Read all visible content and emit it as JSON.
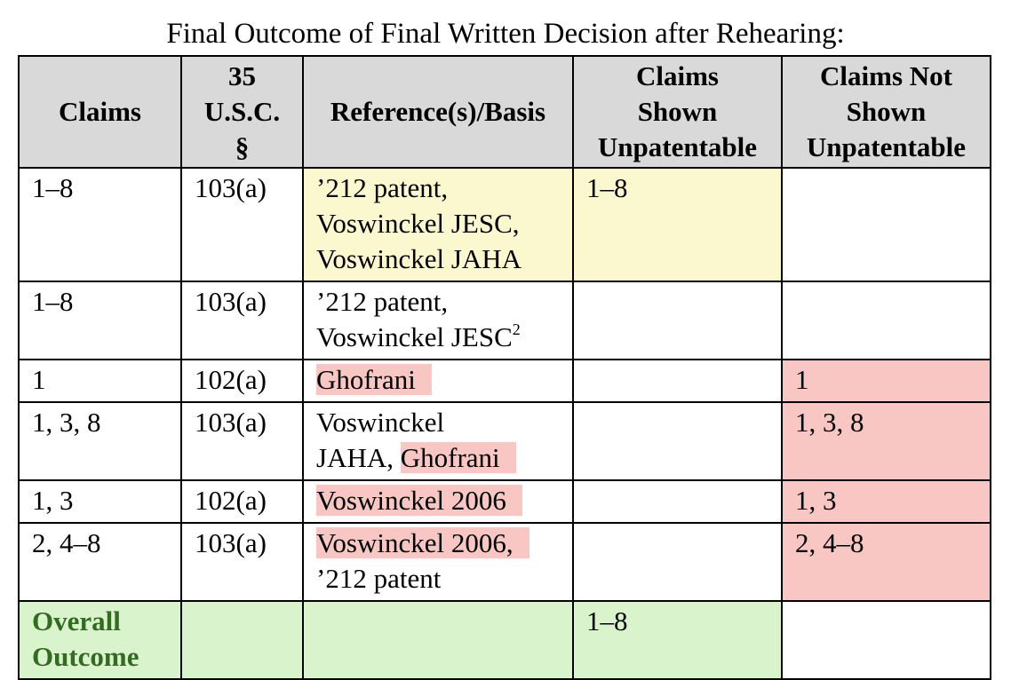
{
  "title": "Final Outcome of Final Written Decision after Rehearing:",
  "headers": {
    "claims": "Claims",
    "usc_line1": "35",
    "usc_line2": "U.S.C.",
    "usc_line3": "§",
    "references": "Reference(s)/Basis",
    "shown_line1": "Claims",
    "shown_line2": "Shown",
    "shown_line3": "Unpatentable",
    "notshown_line1": "Claims Not",
    "notshown_line2": "Shown",
    "notshown_line3": "Unpatentable"
  },
  "rows": [
    {
      "claims": "1–8",
      "usc": "103(a)",
      "ref_parts": [
        "’212 patent,",
        "Voswinckel JESC,",
        "Voswinckel JAHA"
      ],
      "shown": "1–8",
      "not_shown": ""
    },
    {
      "claims": "1–8",
      "usc": "103(a)",
      "ref_parts": [
        "’212 patent,",
        "Voswinckel JESC",
        "2"
      ],
      "shown": "",
      "not_shown": ""
    },
    {
      "claims": "1",
      "usc": "102(a)",
      "ref_parts": [
        "Ghofrani"
      ],
      "shown": "",
      "not_shown": "1"
    },
    {
      "claims": "1, 3, 8",
      "usc": "103(a)",
      "ref_parts": [
        "Voswinckel",
        "JAHA,",
        "Ghofrani"
      ],
      "shown": "",
      "not_shown": "1, 3, 8"
    },
    {
      "claims": "1, 3",
      "usc": "102(a)",
      "ref_parts": [
        "Voswinckel 2006"
      ],
      "shown": "",
      "not_shown": "1, 3"
    },
    {
      "claims": "2, 4–8",
      "usc": "103(a)",
      "ref_parts": [
        "Voswinckel 2006,",
        "’212 patent"
      ],
      "shown": "",
      "not_shown": "2, 4–8"
    }
  ],
  "overall": {
    "label_line1": "Overall",
    "label_line2": "Outcome",
    "shown": "1–8",
    "not_shown": ""
  },
  "colors": {
    "header_bg": "#d9d9d9",
    "yellow_highlight": "#fbf8cf",
    "red_highlight": "#f8c7c3",
    "green_highlight": "#d9f3cc",
    "overall_text": "#346b22"
  }
}
